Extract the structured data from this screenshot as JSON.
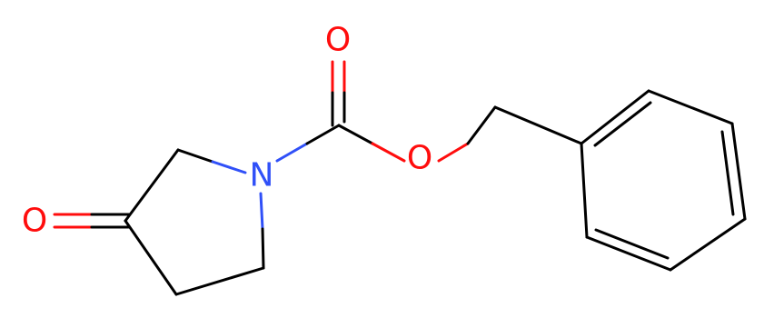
{
  "molecule": {
    "atoms": {
      "o_ketone": {
        "symbol": "O",
        "color": "#ff0d0d"
      },
      "n_ring": {
        "symbol": "N",
        "color": "#3050f8"
      },
      "o_carbonyl": {
        "symbol": "O",
        "color": "#ff0d0d"
      },
      "o_ester": {
        "symbol": "O",
        "color": "#ff0d0d"
      }
    },
    "colors": {
      "carbon_bond": "#000000",
      "oxygen": "#ff0d0d",
      "nitrogen": "#3050f8"
    }
  }
}
